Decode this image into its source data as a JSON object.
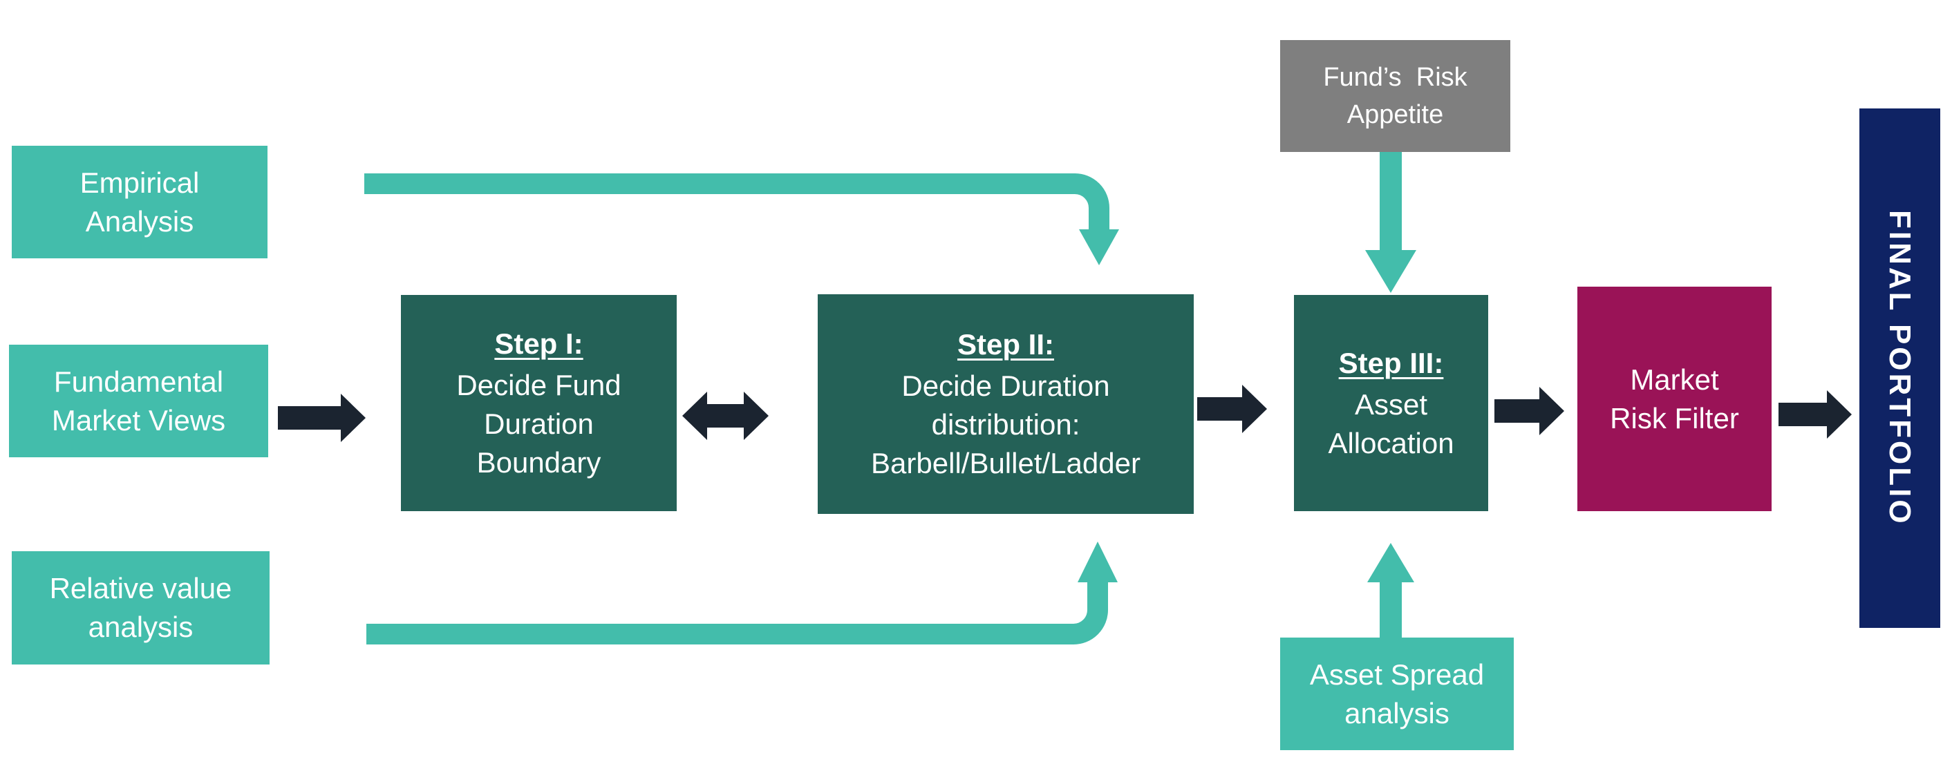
{
  "colors": {
    "teal": "#43BDAB",
    "green": "#246157",
    "gray": "#7F7F7F",
    "magenta": "#9A1357",
    "navy": "#0F2364",
    "arrow-dark": "#1B2430",
    "text": "#FFFFFF",
    "background": "#FFFFFF"
  },
  "diagram": {
    "inputs": {
      "empirical": {
        "lines": [
          "Empirical",
          "Analysis"
        ]
      },
      "fundamental": {
        "lines": [
          "Fundamental",
          "Market Views"
        ]
      },
      "relative": {
        "lines": [
          "Relative value",
          "analysis"
        ]
      }
    },
    "steps": {
      "step1": {
        "title": "Step I:",
        "lines": [
          "Decide Fund",
          "Duration",
          "Boundary"
        ]
      },
      "step2": {
        "title": "Step II:",
        "lines": [
          "Decide Duration",
          "distribution:",
          "Barbell/Bullet/Ladder"
        ]
      },
      "step3": {
        "title": "Step III:",
        "lines": [
          "Asset",
          "Allocation"
        ]
      }
    },
    "constraints": {
      "risk_appetite": {
        "lines": [
          "Fund’s  Risk",
          "Appetite"
        ]
      },
      "asset_spread": {
        "lines": [
          "Asset Spread",
          "analysis"
        ]
      }
    },
    "filter": {
      "lines": [
        "Market",
        "Risk Filter"
      ]
    },
    "output": {
      "label": "FINAL PORTFOLIO"
    }
  }
}
